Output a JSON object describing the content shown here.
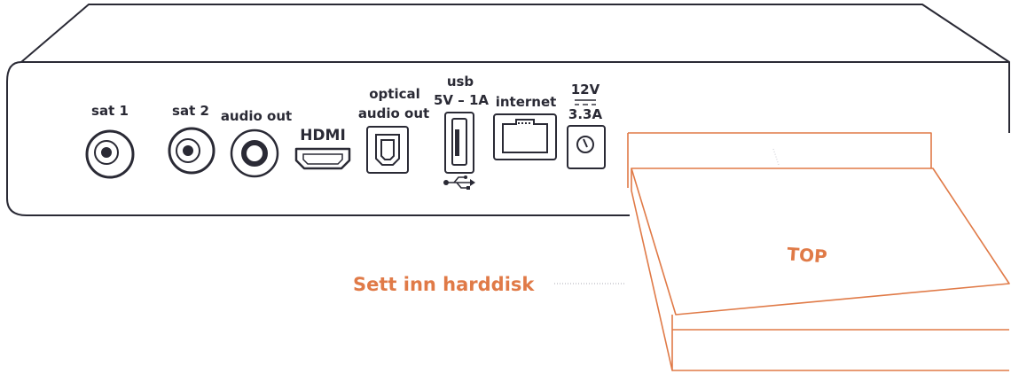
{
  "colors": {
    "outline": "#2a2a35",
    "accent": "#e07a47"
  },
  "ports": {
    "sat1": {
      "label": "sat 1"
    },
    "sat2": {
      "label": "sat 2"
    },
    "audio_out": {
      "label": "audio out"
    },
    "hdmi": {
      "label": "HDMI"
    },
    "optical": {
      "label_line1": "optical",
      "label_line2": "audio out"
    },
    "usb": {
      "label_line1": "usb",
      "label_line2": "5V – 1A",
      "symbol": "usb-icon"
    },
    "internet": {
      "label": "internet"
    },
    "power": {
      "label_top": "12V",
      "label_bottom": "3.3A",
      "symbol": "dc-icon"
    }
  },
  "harddisk": {
    "instruction": "Sett inn harddisk",
    "top_label": "TOP"
  }
}
